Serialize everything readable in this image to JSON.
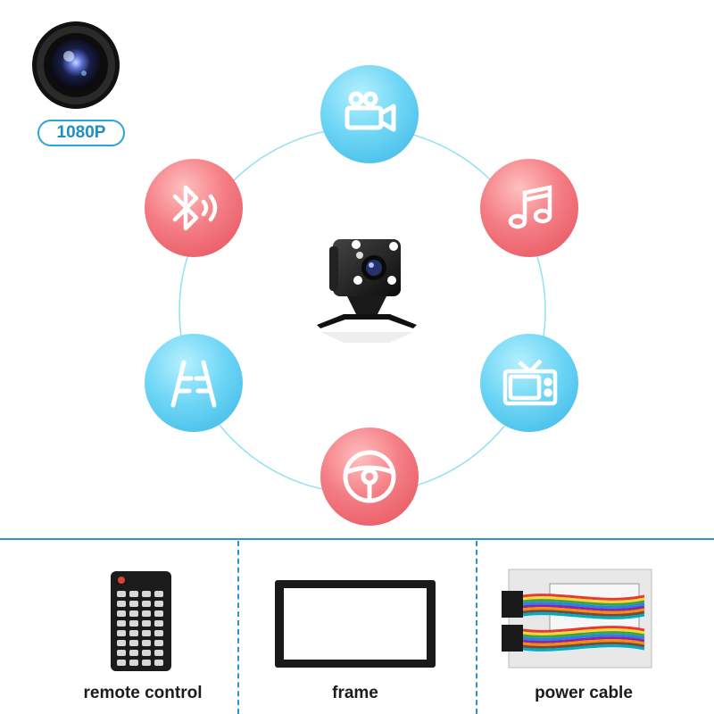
{
  "badge": {
    "label": "1080P"
  },
  "features": [
    {
      "name": "video-camera-icon",
      "color": "blue"
    },
    {
      "name": "music-note-icon",
      "color": "red"
    },
    {
      "name": "tv-icon",
      "color": "blue"
    },
    {
      "name": "steering-wheel-icon",
      "color": "red"
    },
    {
      "name": "parking-lane-icon",
      "color": "blue"
    },
    {
      "name": "bluetooth-audio-icon",
      "color": "red"
    }
  ],
  "accessories": [
    {
      "name": "remote-control",
      "label": "remote control"
    },
    {
      "name": "frame",
      "label": "frame"
    },
    {
      "name": "power-cable",
      "label": "power cable"
    }
  ],
  "colors": {
    "accent_blue": "#2b95c8",
    "feature_blue": "#5ccff2",
    "feature_red": "#ee6a73"
  }
}
